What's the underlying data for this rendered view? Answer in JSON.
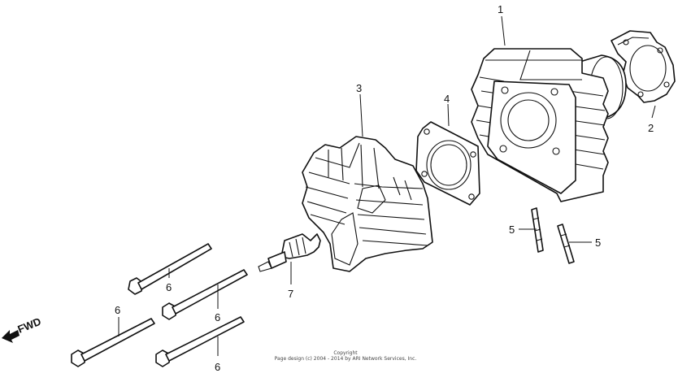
{
  "callouts": {
    "c1": "1",
    "c2": "2",
    "c3": "3",
    "c4": "4",
    "c5a": "5",
    "c5b": "5",
    "c6a": "6",
    "c6b": "6",
    "c6c": "6",
    "c6d": "6",
    "c7": "7"
  },
  "direction_label": "FWD",
  "copyright": {
    "line1": "Copyright",
    "line2": "Page design (c) 2004 - 2014 by ARI Network Services, Inc."
  }
}
